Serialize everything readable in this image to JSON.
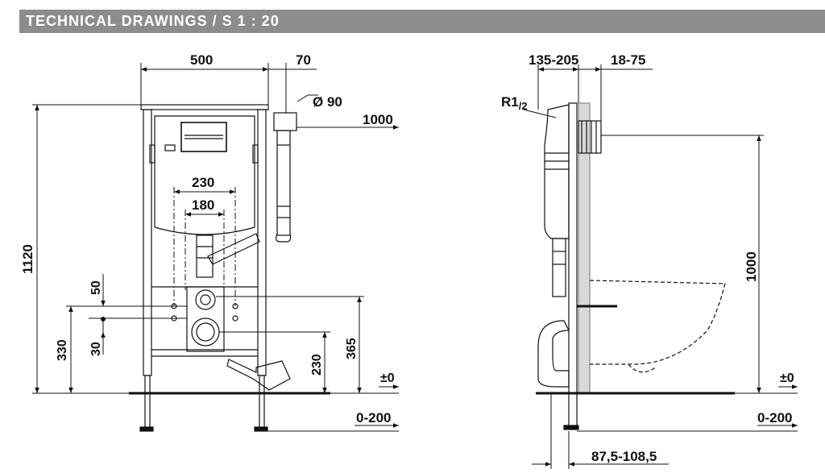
{
  "header": {
    "title": "TECHNICAL DRAWINGS / S 1 : 20"
  },
  "front_view": {
    "dim_width": "500",
    "dim_pipe": "70",
    "dim_pipe_diameter": "Ø 90",
    "dim_top_level": "1000",
    "dim_height": "1120",
    "dim_230": "230",
    "dim_180": "180",
    "dim_50": "50",
    "dim_330": "330",
    "dim_30": "30",
    "dim_230_low": "230",
    "dim_365": "365",
    "dim_floor": "±0",
    "dim_floor_range": "0-200"
  },
  "side_view": {
    "dim_depth": "135-205",
    "dim_wall": "18-75",
    "dim_thread_main": "R1",
    "dim_thread_frac": "/2",
    "dim_height": "1000",
    "dim_floor": "±0",
    "dim_floor_range": "0-200",
    "dim_bottom": "87,5-108,5"
  }
}
